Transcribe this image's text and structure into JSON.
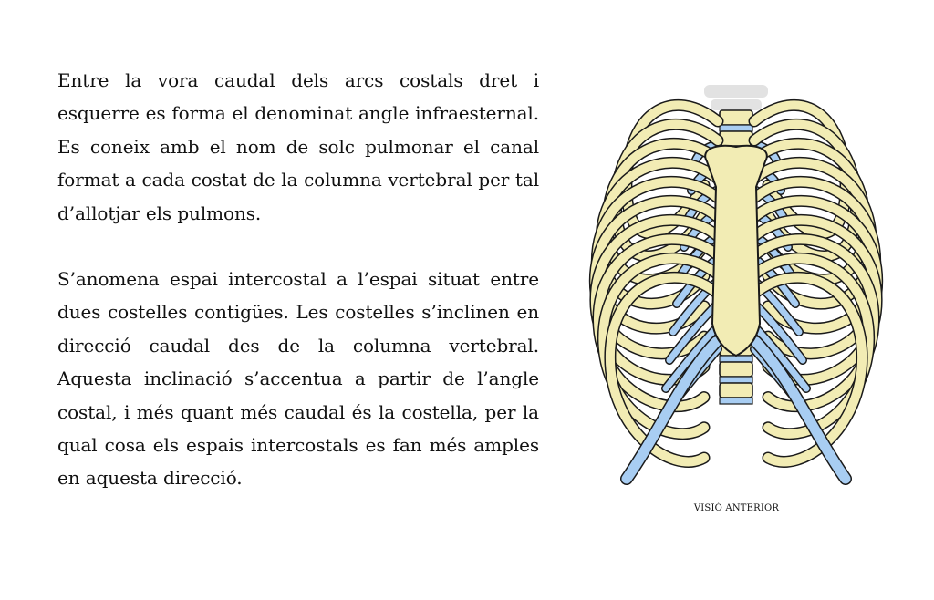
{
  "text": {
    "paragraphs": [
      "Entre la vora caudal dels arcs costals dret i esquerre es forma el denominat angle infraesternal. Es coneix amb el nom de solc pulmonar el canal format a cada costat de la columna vertebral per tal d’allotjar els pulmons.",
      "S’anomena espai intercostal a l’espai situat entre dues costelles contigües. Les costelles s’inclinen en direcció caudal des de la columna vertebral. Aquesta inclinació s’accentua a partir de l’angle costal, i més quant més caudal és la costella, per la qual cosa els espais intercostals es fan més amples en aquesta direcció."
    ]
  },
  "figure": {
    "caption": "VISIÓ ANTERIOR",
    "colors": {
      "bone": "#f2ecb4",
      "cartilage": "#a8cdf2",
      "outline": "#1a1a1a",
      "spine_faded": "#e2e2e2"
    }
  }
}
